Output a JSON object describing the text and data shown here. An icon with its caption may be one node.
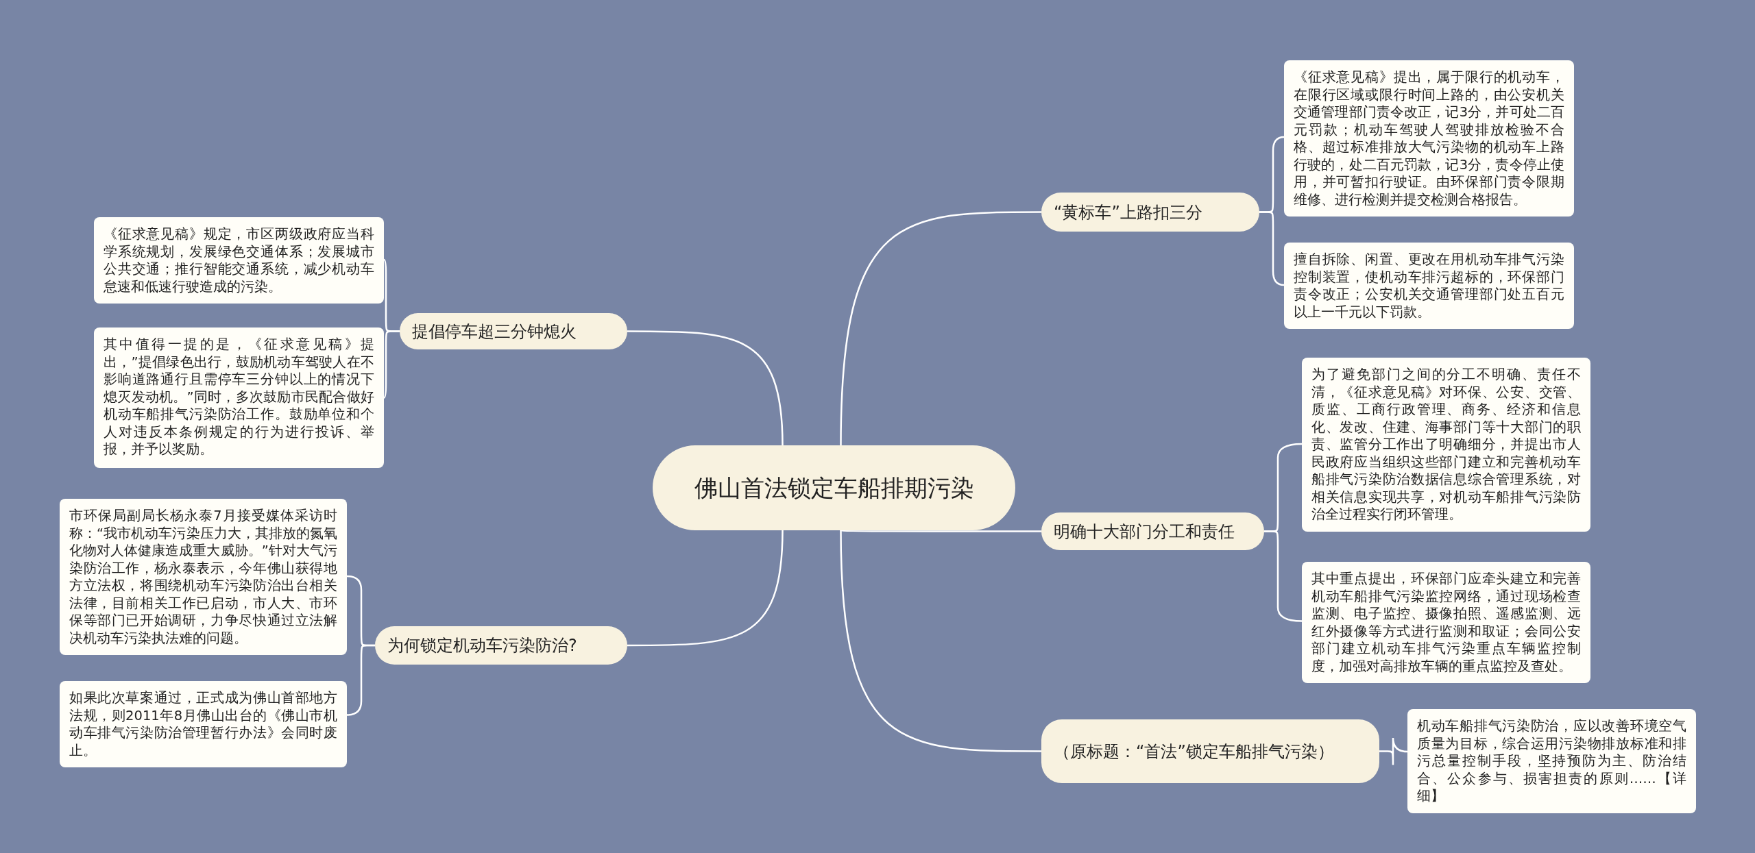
{
  "diagram": {
    "nodes": [
      {
        "text": [
          "佛山首法锁定车船排期污染"
        ]
      },
      {
        "text": [
          "提倡停车超三分钟熄火"
        ]
      },
      {
        "text": [
          "《征求意见稿》规定，市区两级政府应当科学系统规划，发展绿色交通体系；发展城市公共交通；推行智能交通系统，减少机动车怠速和低速行驶造成的污染。"
        ]
      },
      {
        "text": [
          "其中值得一提的是，《征求意见稿》提出，”提倡绿色出行，鼓励机动车驾驶人在不影响道路通行且需停车三分钟以上的情况下熄灭发动机。”同时，多次鼓励市民配合做好机动车船排气污染防治工作。鼓励单位和个人对违反本条例规定的行为进行投诉、举报，并予以奖励。"
        ]
      },
      {
        "text": [
          "为何锁定机动车污染防治?"
        ]
      },
      {
        "text": [
          "市环保局副局长杨永泰7月接受媒体采访时称：“我市机动车污染压力大，其排放的氮氧化物对人体健康造成重大威胁。”针对大气污染防治工作，杨永泰表示，今年佛山获得地方立法权，将围绕机动车污染防治出台相关法律，目前相关工作已启动，市人大、市环保等部门已开始调研，力争尽快通过立法解决机动车污染执法难的问题。"
        ]
      },
      {
        "text": [
          "如果此次草案通过，正式成为佛山首部地方法规，则2011年8月佛山出台的《佛山市机动车排气污染防治管理暂行办法》会同时废止。"
        ]
      },
      {
        "text": [
          "“黄标车”上路扣三分"
        ]
      },
      {
        "text": [
          "《征求意见稿》提出，属于限行的机动车，在限行区域或限行时间上路的，由公安机关交通管理部门责令改正，记3分，并可处二百元罚款；机动车驾驶人驾驶排放检验不合格、超过标准排放大气污染物的机动车上路行驶的，处二百元罚款，记3分，责令停止使用，并可暂扣行驶证。由环保部门责令限期维修、进行检测并提交检测合格报告。"
        ]
      },
      {
        "text": [
          "擅自拆除、闲置、更改在用机动车排气污染控制装置，使机动车排污超标的，环保部门责令改正；公安机关交通管理部门处五百元以上一千元以下罚款。"
        ]
      },
      {
        "text": [
          "明确十大部门分工和责任"
        ]
      },
      {
        "text": [
          "为了避免部门之间的分工不明确、责任不清，《征求意见稿》对环保、公安、交管、质监、工商行政管理、商务、经济和信息化、发改、住建、海事部门等十大部门的职责、监管分工作出了明确细分，并提出市人民政府应当组织这些部门建立和完善机动车船排气污染防治数据信息综合管理系统，对相关信息实现共享，对机动车船排气污染防治全过程实行闭环管理。"
        ]
      },
      {
        "text": [
          "其中重点提出，环保部门应牵头建立和完善机动车船排气污染监控网络，通过现场检查监测、电子监控、摄像拍照、遥感监测、远红外摄像等方式进行监测和取证；会同公安部门建立机动车排气污染重点车辆监控制度，加强对高排放车辆的重点监控及查处。"
        ]
      },
      {
        "text": [
          "（原标题：“首法”锁定车船排气污染）"
        ]
      },
      {
        "text": [
          "机动车船排气污染防治，应以改善环境空气质量为目标，综合运用污染物排放标准和排污总量控制手段，坚持预防为主、防治结合、公众参与、损害担责的原则……【详细】"
        ]
      }
    ],
    "edges": [
      {
        "from": 0,
        "to": 1,
        "arrow": "none"
      },
      {
        "from": 1,
        "to": 2,
        "arrow": "none"
      },
      {
        "from": 1,
        "to": 3,
        "arrow": "none"
      },
      {
        "from": 0,
        "to": 4,
        "arrow": "none"
      },
      {
        "from": 4,
        "to": 5,
        "arrow": "none"
      },
      {
        "from": 4,
        "to": 6,
        "arrow": "none"
      },
      {
        "from": 0,
        "to": 7,
        "arrow": "none"
      },
      {
        "from": 7,
        "to": 8,
        "arrow": "none"
      },
      {
        "from": 7,
        "to": 9,
        "arrow": "none"
      },
      {
        "from": 0,
        "to": 10,
        "arrow": "none"
      },
      {
        "from": 10,
        "to": 11,
        "arrow": "none"
      },
      {
        "from": 10,
        "to": 12,
        "arrow": "none"
      },
      {
        "from": 0,
        "to": 13,
        "arrow": "none"
      },
      {
        "from": 13,
        "to": 14,
        "arrow": "none"
      }
    ]
  }
}
